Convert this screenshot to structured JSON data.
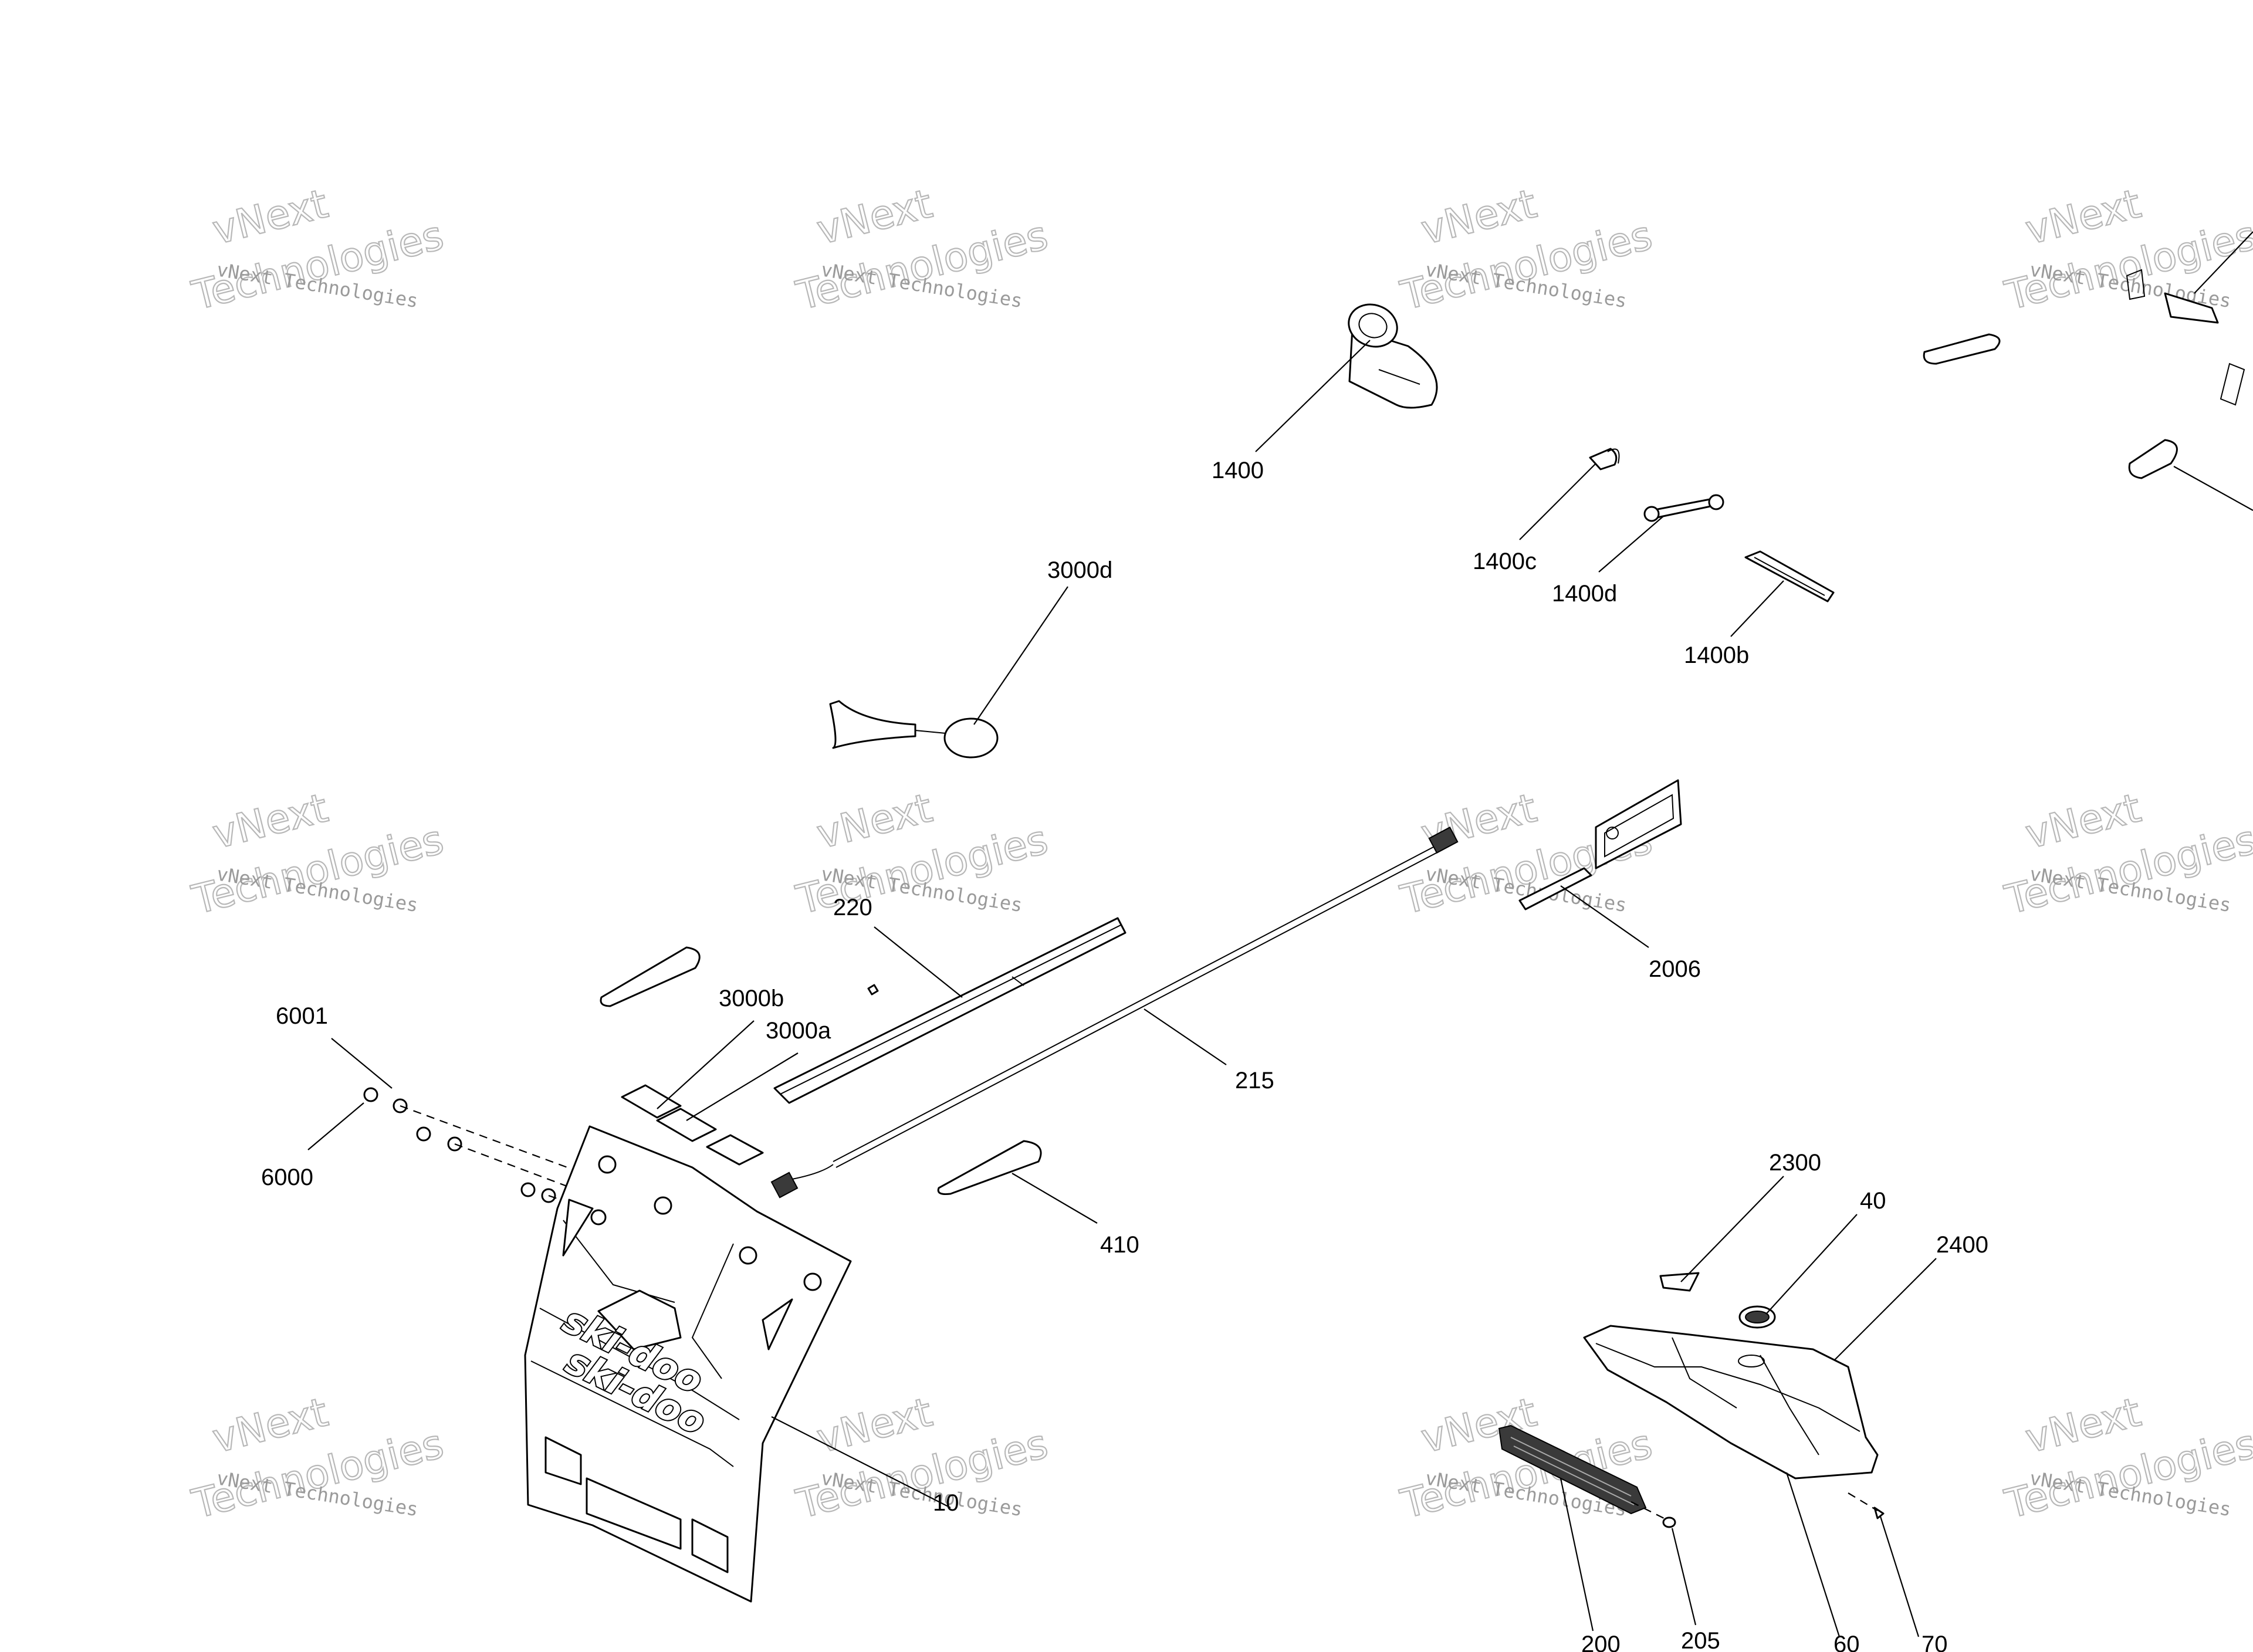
{
  "watermark": {
    "line1": "vNext Technologies",
    "outline_top": "vNext",
    "outline_bottom": "Technologies"
  },
  "callouts": {
    "c1400": "1400",
    "c1400b": "1400b",
    "c1400c": "1400c",
    "c1400d": "1400d",
    "c3000d": "3000d",
    "c3000b": "3000b",
    "c3000a": "3000a",
    "c220": "220",
    "c215": "215",
    "c2006": "2006",
    "c6001": "6001",
    "c6000": "6000",
    "c410": "410",
    "c10": "10",
    "c2300": "2300",
    "c40": "40",
    "c2400": "2400",
    "c200": "200",
    "c205": "205",
    "c60": "60",
    "c70": "70"
  },
  "logos": {
    "hood_brand_1": "ski-doo",
    "hood_brand_2": "ski-doo"
  },
  "colors": {
    "line": "#000000",
    "watermark": "#9a9a9a",
    "background": "#ffffff"
  }
}
